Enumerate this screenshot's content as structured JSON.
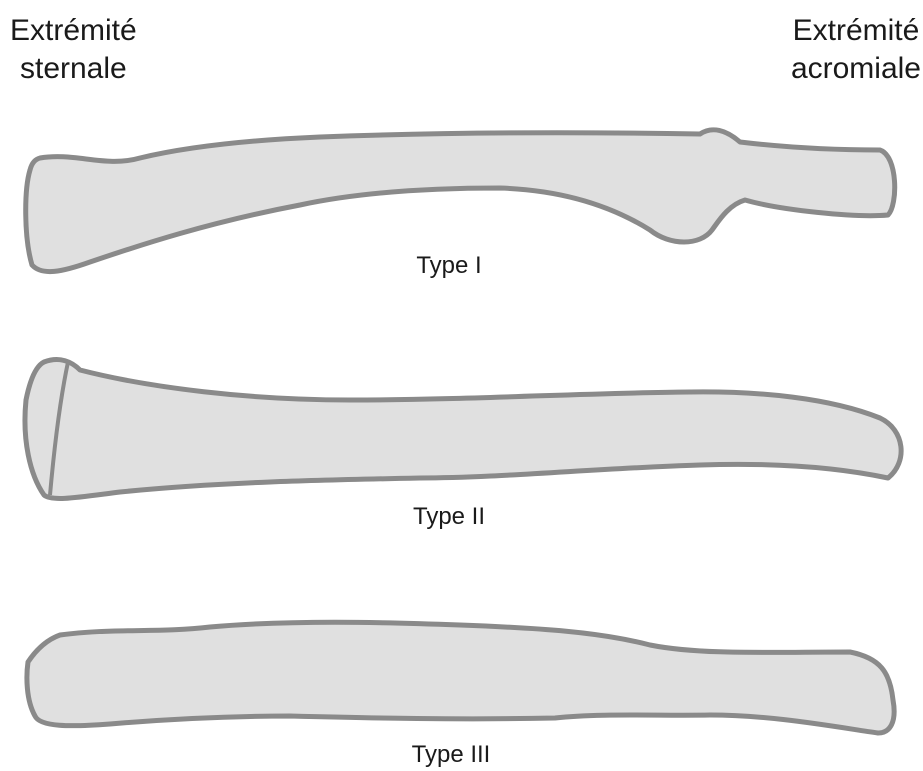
{
  "labels": {
    "sternal_end": [
      "Extrémité",
      "sternale"
    ],
    "acromial_end": [
      "Extrémité",
      "acromiale"
    ]
  },
  "types": [
    {
      "label": "Type I"
    },
    {
      "label": "Type II"
    },
    {
      "label": "Type III"
    }
  ],
  "colors": {
    "bone_fill": "#e0e0e0",
    "bone_outline": "#8a8a8a",
    "text": "#1a1a1a",
    "background": "#ffffff"
  }
}
